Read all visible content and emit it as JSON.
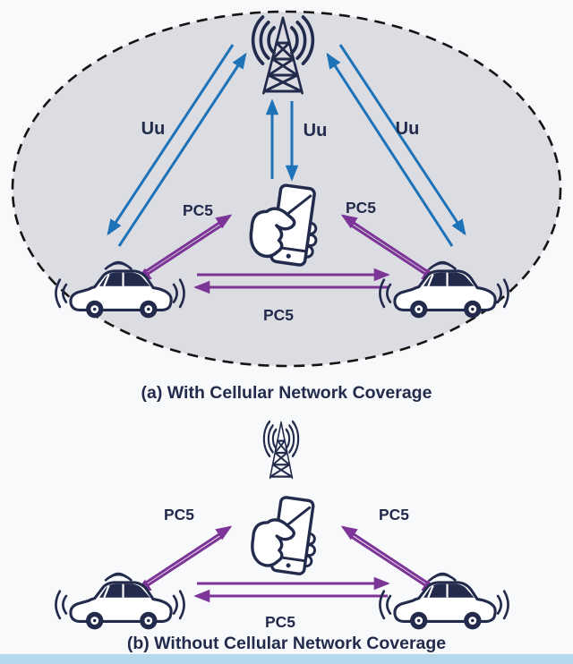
{
  "colors": {
    "background": "#f8f9fb",
    "ellipse_fill": "#dcdde2",
    "ellipse_border": "#141414",
    "blue": "#1d72b8",
    "purple": "#7c3596",
    "navy": "#232b4c",
    "footer_strip": "#b4d8ec"
  },
  "icons": {
    "tower": "cell-tower",
    "phone": "hand-holding-smartphone",
    "car": "connected-vehicle"
  },
  "section_a": {
    "caption": "(a) With Cellular Network Coverage",
    "uu_labels": {
      "left": "Uu",
      "center": "Uu",
      "right": "Uu"
    },
    "pc5_labels": {
      "left": "PC5",
      "right": "PC5",
      "bottom": "PC5"
    }
  },
  "section_b": {
    "caption": "(b) Without Cellular Network Coverage",
    "pc5_labels": {
      "left": "PC5",
      "right": "PC5",
      "bottom": "PC5"
    }
  }
}
